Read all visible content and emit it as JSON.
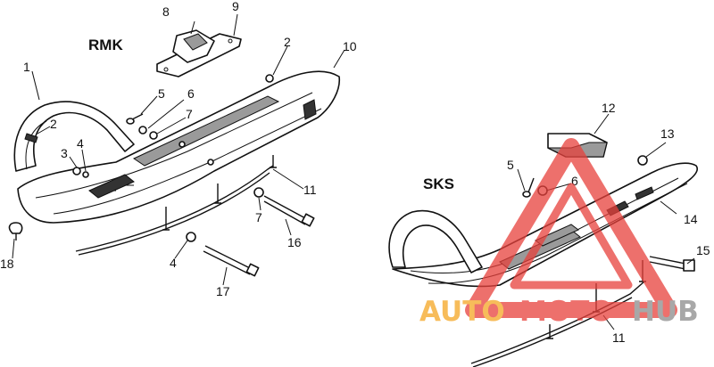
{
  "sections": {
    "rmk_label": "RMK",
    "sks_label": "SKS"
  },
  "rmk_callouts": [
    "1",
    "2",
    "3",
    "4",
    "5",
    "6",
    "7",
    "8",
    "9",
    "2",
    "10",
    "11",
    "7",
    "16",
    "4",
    "17",
    "18"
  ],
  "sks_callouts": [
    "12",
    "13",
    "5",
    "6",
    "14",
    "15",
    "11"
  ],
  "watermark": {
    "part1": "AUTO",
    "part2": "MOTO",
    "part3": "HUB",
    "color_orange": "#f5a623",
    "color_red": "#e8413c",
    "color_gray": "#8c8c8c"
  }
}
